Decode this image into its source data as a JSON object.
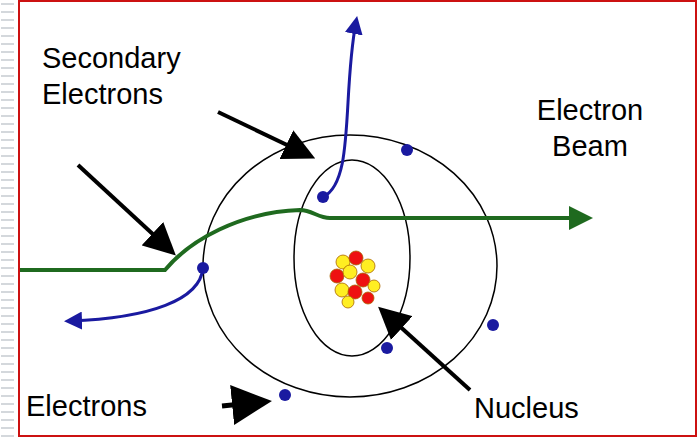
{
  "diagram": {
    "labels": [
      "Secondary Electrons",
      "Electron Beam",
      "Electrons",
      "Nucleus"
    ]
  }
}
